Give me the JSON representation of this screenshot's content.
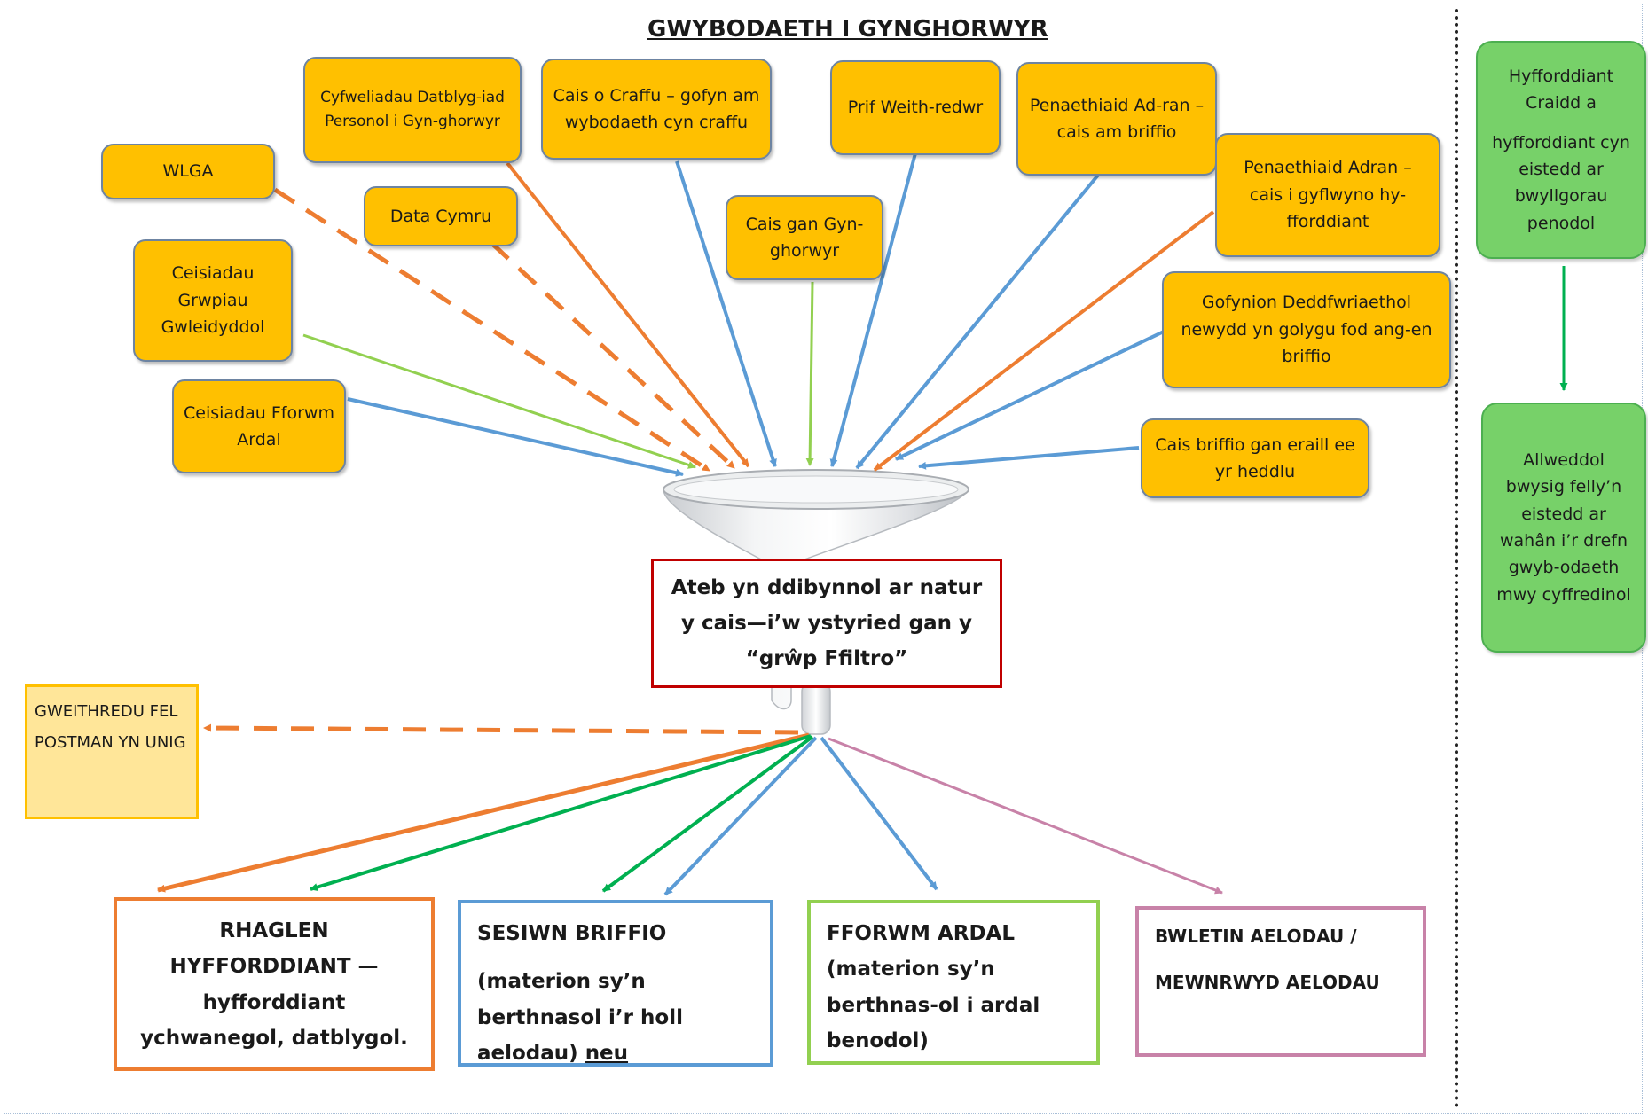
{
  "title": "GWYBODAETH I GYNGHORWYR",
  "colors": {
    "orange": "#ed7d31",
    "blue": "#5b9bd5",
    "light_green": "#92d050",
    "green": "#00b050",
    "mauve": "#c882a8",
    "amber": "#ffc000",
    "filter_red": "#c00000"
  },
  "sources": {
    "wlga": "WLGA",
    "cyfweliadau": "Cyfweliadau Datblyg-iad Personol i Gyn-ghorwyr",
    "data_cymru": "Data Cymru",
    "cais_craffu_pre": "Cais o Craffu – gofyn am wybodaeth ",
    "cais_craffu_u": "cyn",
    "cais_craffu_post": " craffu",
    "cais_cynghorwyr": "Cais gan Gyn-ghorwyr",
    "prif_weithredwr": "Prif Weith-redwr",
    "penaethiaid_briffio": "Penaethiaid Ad-ran – cais am briffio",
    "penaethiaid_hyfforddiant": "Penaethiaid Adran – cais i gyflwyno hy-fforddiant",
    "gofynion": "Gofynion Deddfwriaethol newydd yn golygu fod ang-en briffio",
    "ceisiadau_grwpiau": "Ceisiadau Grwpiau Gwleidyddol",
    "ceisiadau_fforwm": "Ceisiadau Fforwm Ardal",
    "cais_briffio_eraill": "Cais briffio gan eraill ee yr heddlu"
  },
  "filter": {
    "text": "Ateb yn ddibynnol ar natur y cais—i’w ystyried gan y “grŵp Ffiltro”"
  },
  "postman": "GWEITHREDU FEL POSTMAN YN UNIG",
  "outputs": {
    "rhaglen": "RHAGLEN  HYFFORDDIANT —hyfforddiant ychwanegol, datblygol.",
    "sesiwn_title": "SESIWN BRIFFIO",
    "sesiwn_body": "(materion sy’n berthnasol i’r holl aelodau) ",
    "sesiwn_neu": "neu",
    "fforwm_title": "FFORWM ARDAL",
    "fforwm_body": "(materion sy’n berthnas-ol i ardal benodol)",
    "bwletin_line1": "BWLETIN AELODAU /",
    "bwletin_line2": "MEWNRWYD AELODAU"
  },
  "side": {
    "top_line1": "Hyfforddiant Craidd a",
    "top_line2": "hyfforddiant cyn eistedd ar bwyllgorau penodol",
    "bottom": "Allweddol bwysig felly’n eistedd ar wahân i’r drefn gwyb-odaeth mwy cyffredinol"
  }
}
